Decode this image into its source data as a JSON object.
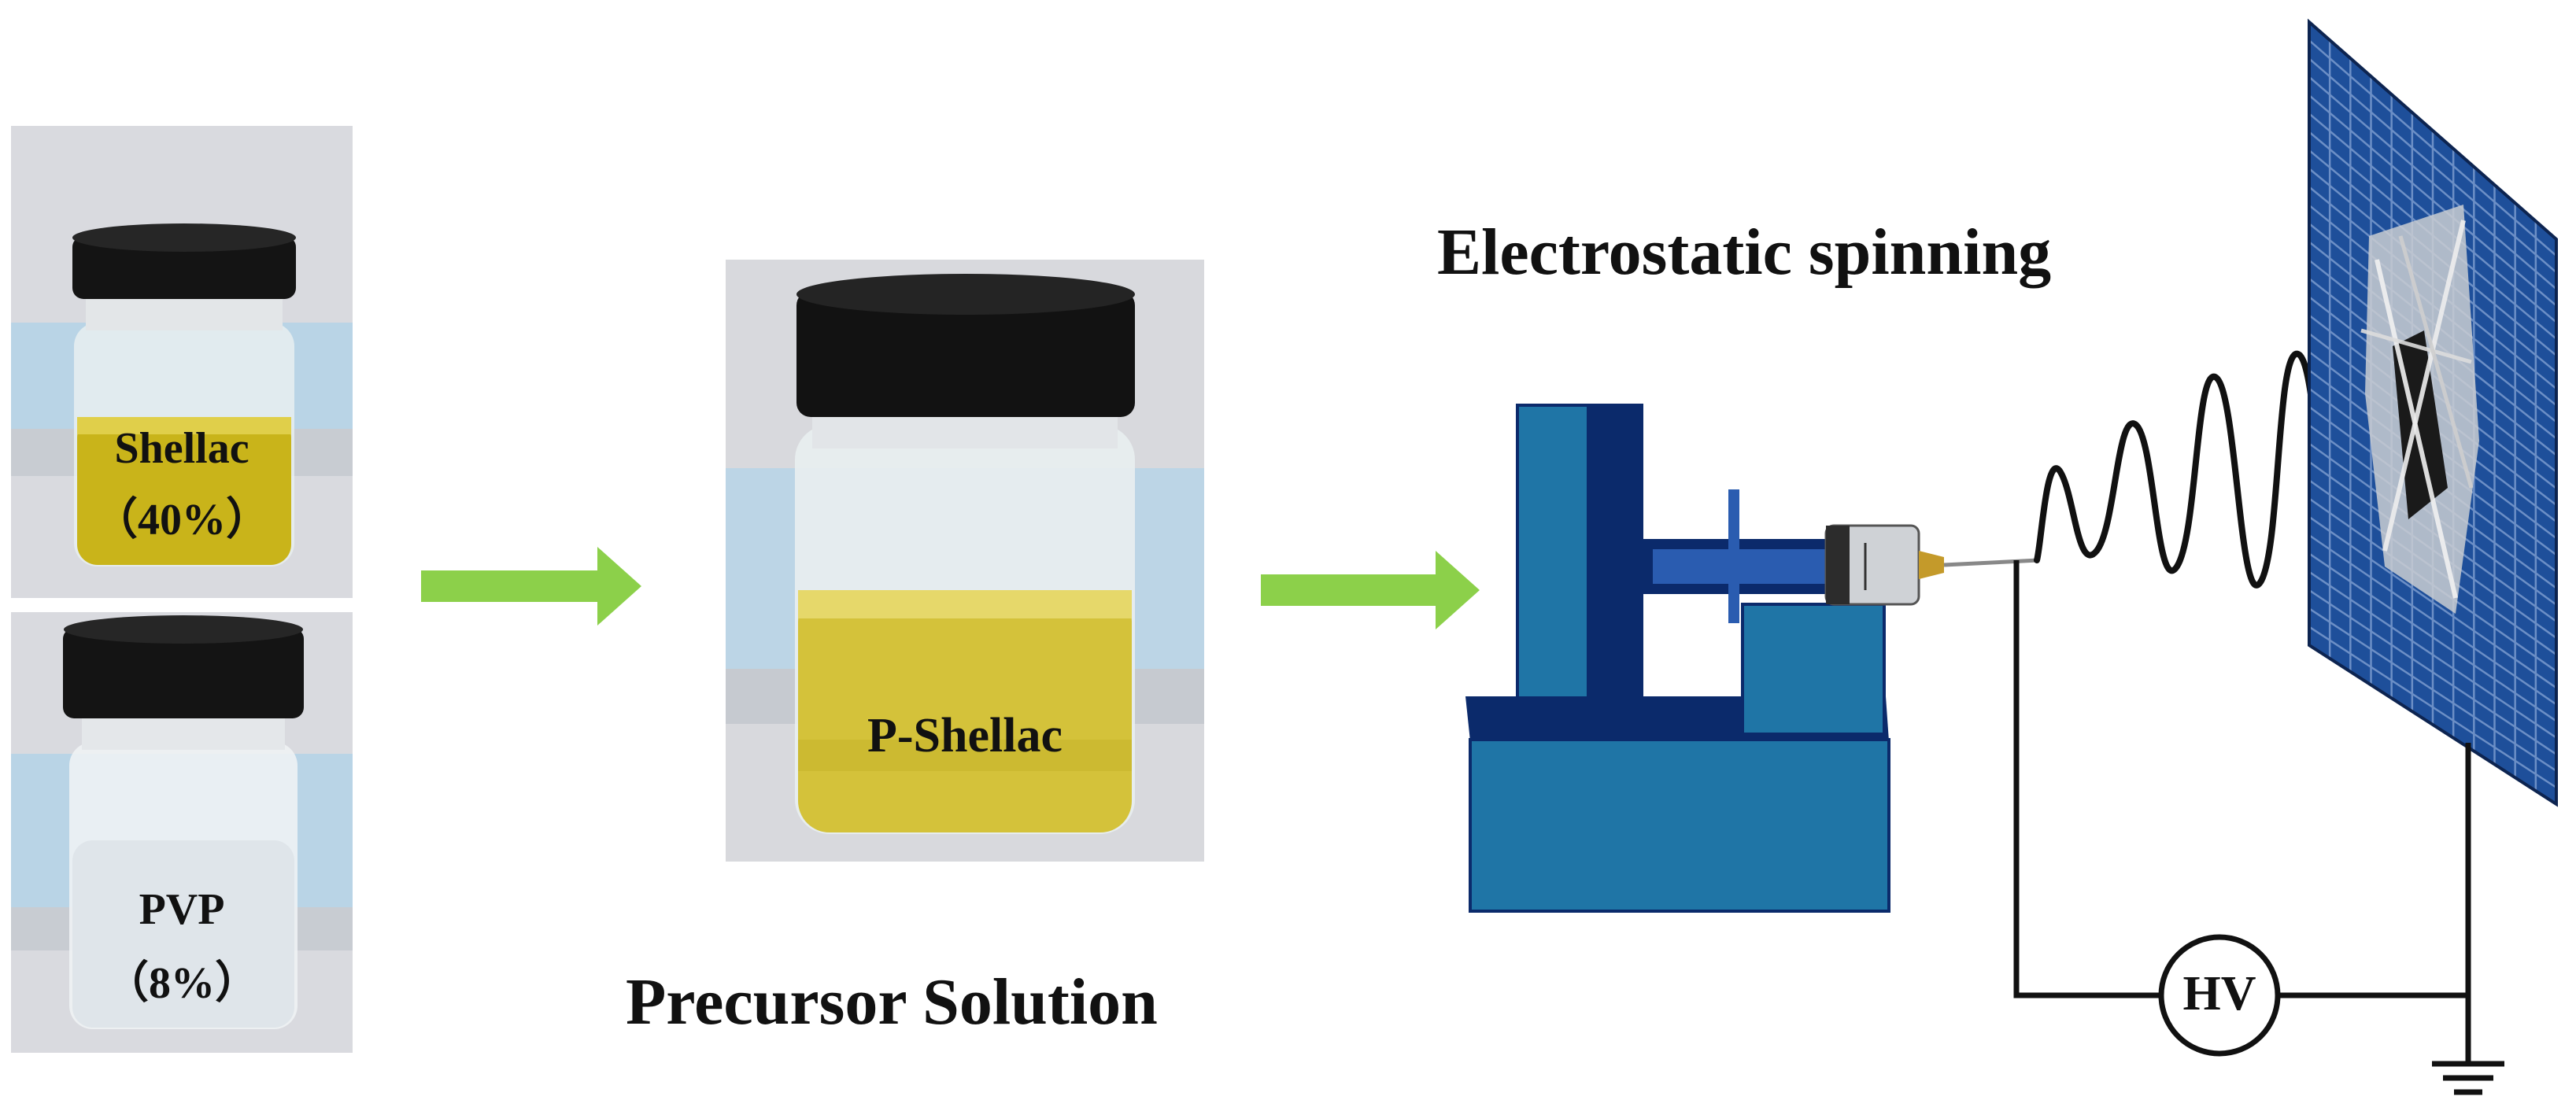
{
  "photos": {
    "shellac": {
      "name": "Shellac",
      "concentration": "（40%）"
    },
    "pvp": {
      "name": "PVP",
      "concentration": "（8%）"
    },
    "mixture": {
      "name": "P-Shellac"
    }
  },
  "captions": {
    "precursor": "Precursor Solution",
    "electrospinning": "Electrostatic spinning"
  },
  "power_supply": {
    "label": "HV"
  },
  "colors": {
    "arrow": "#8cd04a",
    "shellac_liquid": "#c9b41a",
    "mixture_liquid": "#d4c23a",
    "pump_light": "#1f75a6",
    "pump_dark": "#0b2a6b",
    "collector": "#1e4f9a"
  },
  "icons": [
    "right-arrow-icon",
    "right-arrow-icon",
    "ground-icon",
    "syringe-icon",
    "collector-screen-icon",
    "jet-spiral-icon"
  ]
}
